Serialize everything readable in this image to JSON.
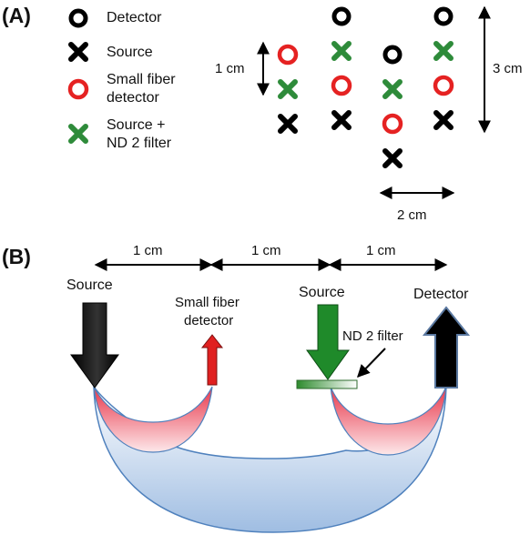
{
  "panel_a": {
    "label": "(A)",
    "legend": {
      "detector": "Detector",
      "source": "Source",
      "small_fiber_1": "Small fiber",
      "small_fiber_2": "detector",
      "source_nd_1": "Source +",
      "source_nd_2": "ND 2 filter"
    },
    "dim_1cm": "1 cm",
    "dim_3cm": "3 cm",
    "dim_2cm": "2 cm",
    "columns": [
      [
        "small-fiber",
        "source-nd",
        "source"
      ],
      [
        "detector",
        "source-nd",
        "small-fiber",
        "source"
      ],
      [
        "detector",
        "source-nd",
        "small-fiber",
        "source"
      ],
      [
        "detector",
        "source-nd",
        "small-fiber",
        "source"
      ]
    ]
  },
  "panel_b": {
    "label": "(B)",
    "spacing": [
      "1 cm",
      "1 cm",
      "1 cm"
    ],
    "source_left": "Source",
    "small_fiber_1": "Small fiber",
    "small_fiber_2": "detector",
    "source_right": "Source",
    "detector": "Detector",
    "nd_filter": "ND 2 filter"
  },
  "colors": {
    "detector_ring": "#000000",
    "small_fiber_ring": "#e52222",
    "source_cross": "#000000",
    "source_nd_cross": "#2e8b3a",
    "tissue_blue": "#a9c3e3",
    "tissue_red": "#e8364a",
    "arrow_green": "#1f8a2a",
    "arrow_red": "#e02020",
    "filter_green": "#3a9b3a"
  },
  "icons": {
    "detector": "ring-icon",
    "small_fiber": "red-ring-icon",
    "source": "cross-icon",
    "source_nd": "green-cross-icon"
  }
}
